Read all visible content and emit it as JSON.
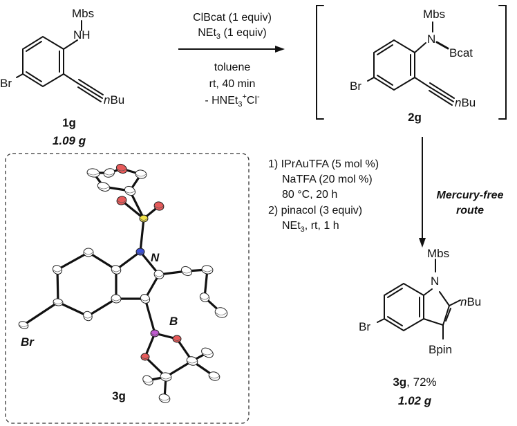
{
  "compounds": {
    "c1g": {
      "id": "1g",
      "mass": "1.09 g",
      "substituents": {
        "n_group": "Mbs",
        "nh": "NH",
        "halogen": "Br",
        "alkyl": "nBu"
      }
    },
    "c2g": {
      "id": "2g",
      "substituents": {
        "n_group": "Mbs",
        "n": "N",
        "boron": "Bcat",
        "halogen": "Br",
        "alkyl": "nBu"
      }
    },
    "c3g": {
      "id": "3g",
      "yield": ", 72%",
      "mass": "1.02 g",
      "substituents": {
        "n_group": "Mbs",
        "n": "N",
        "alkyl": "nBu",
        "halogen": "Br",
        "boron": "Bpin"
      }
    }
  },
  "step1": {
    "reagent1": "ClBcat (1 equiv)",
    "reagent2": "NEt3 (1 equiv)",
    "solvent": "toluene",
    "time": "rt, 40 min",
    "byproduct": "- HNEt3+Cl-"
  },
  "step2": {
    "line1": "1) IPrAuTFA (5 mol %)",
    "line2": "NaTFA (20 mol %)",
    "line3": "80 °C, 20 h",
    "line4": "2) pinacol (3 equiv)",
    "line5": "NEt3, rt, 1 h",
    "route_label_1": "Mercury-free",
    "route_label_2": "route"
  },
  "crystal": {
    "label": "3g",
    "atom_n": "N",
    "atom_b": "B",
    "atom_br": "Br"
  },
  "colors": {
    "nitrogen": "#3b4fd6",
    "boron": "#c05ad0",
    "sulfur": "#f1e24a",
    "oxygen": "#e65a5a",
    "carbon": "#ffffff"
  }
}
